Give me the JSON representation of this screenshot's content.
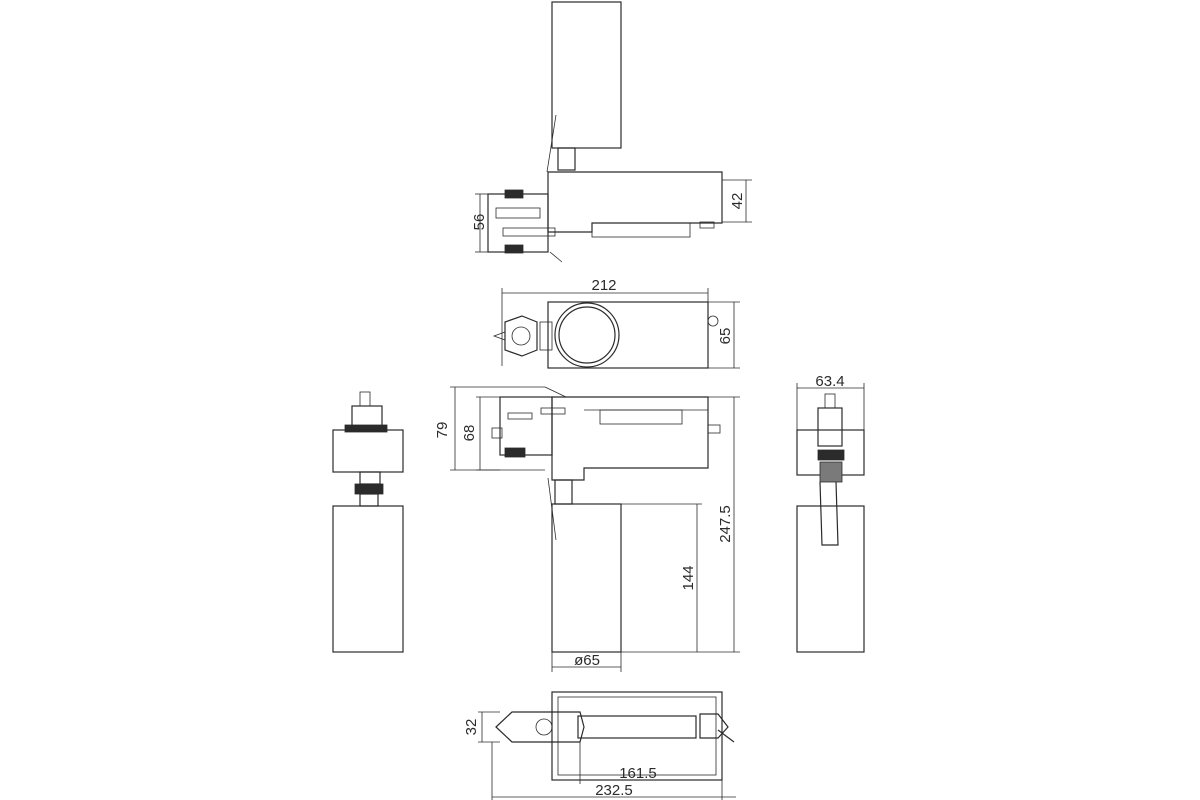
{
  "drawing": {
    "dimensions": {
      "side_height_top": "56",
      "side_head_height": "42",
      "top_width": "212",
      "top_depth": "65",
      "front_total_height": "79",
      "front_head_height": "68",
      "front_overall_height": "247.5",
      "cylinder_length": "144",
      "cylinder_diameter": "ø65",
      "end_width": "63.4",
      "bottom_depth": "32",
      "bottom_inner_length": "161.5",
      "bottom_total_length": "232.5"
    }
  }
}
